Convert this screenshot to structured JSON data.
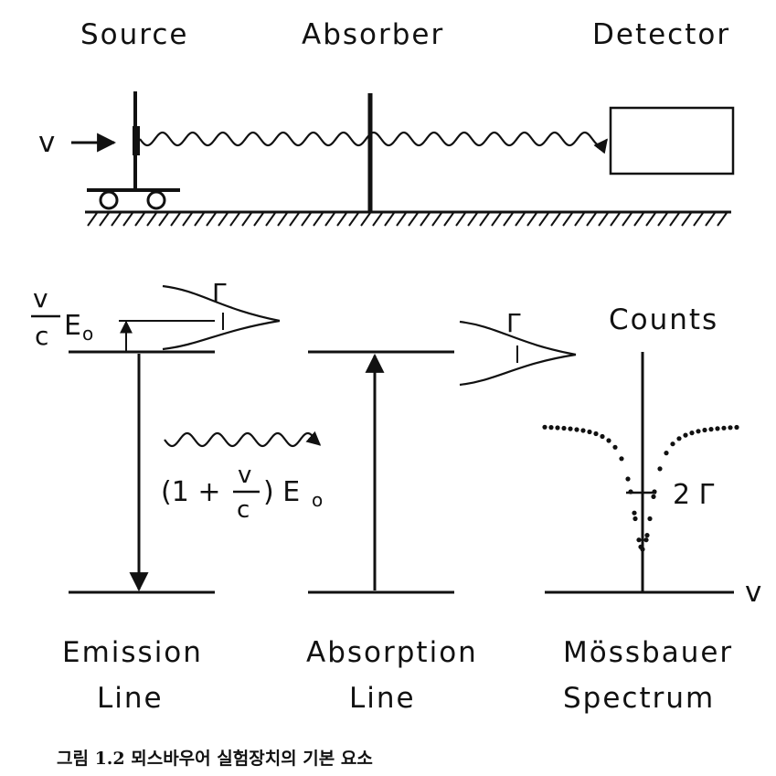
{
  "setup": {
    "source_label": "Source",
    "absorber_label": "Absorber",
    "detector_label": "Detector",
    "velocity_label": "v"
  },
  "levels": {
    "gamma_emission": "Γ",
    "gamma_absorption": "Γ",
    "shift_fraction_num": "v",
    "shift_fraction_den": "c",
    "shift_energy": "E",
    "shift_energy_sub": "o",
    "photon_open": "(1 +",
    "photon_num": "v",
    "photon_den": "c",
    "photon_close": ") E",
    "photon_sub": "o"
  },
  "spectrum": {
    "counts_label": "Counts",
    "axis_label": "v",
    "width_label": "2 Γ"
  },
  "bottom_labels": {
    "emission_1": "Emission",
    "emission_2": "Line",
    "absorption_1": "Absorption",
    "absorption_2": "Line",
    "mossbauer_1": "Mössbauer",
    "mossbauer_2": "Spectrum"
  },
  "caption": "그림 1.2  뫼스바우어 실험장치의 기본 요소"
}
